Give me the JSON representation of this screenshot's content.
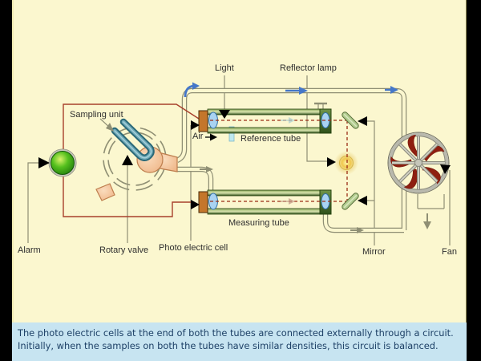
{
  "app": {
    "type": "educational-animation-frame",
    "topic": "gas density comparator diagram"
  },
  "labels": {
    "light": "Light",
    "reflector_lamp": "Reflector lamp",
    "sampling_unit": "Sampling unit",
    "air": "Air",
    "reference_tube": "Reference tube",
    "measuring_tube": "Measuring tube",
    "alarm": "Alarm",
    "rotary_valve": "Rotary valve",
    "photo_electric_cell": "Photo electric cell",
    "mirror": "Mirror",
    "fan": "Fan"
  },
  "caption": {
    "line1": "The photo electric cells at the end of both the tubes are connected externally through a circuit.",
    "line2": "Initially, when the samples on both the tubes have similar densities, this circuit is balanced."
  },
  "colors": {
    "canvas_bg": "#FBF7CF",
    "caption_bg": "#C7E4F1",
    "caption_text": "#1d4066",
    "letterbox": "#000000",
    "wire_red": "#A8402C",
    "beam_red": "#9B2D16",
    "pipe_gray": "#8F8F74",
    "flow_blue": "#4577C8",
    "alarm_green": "#4DBB1C",
    "lamp_yellow": "#F0C84E",
    "tube_green": "#3f6b22",
    "cell_orange": "#C4762B",
    "lens_blue": "#A9D3F2",
    "fan_blade_red": "#8E1F10",
    "probe_teal": "#2A6878",
    "rotor_peach": "#F5C9A0"
  }
}
